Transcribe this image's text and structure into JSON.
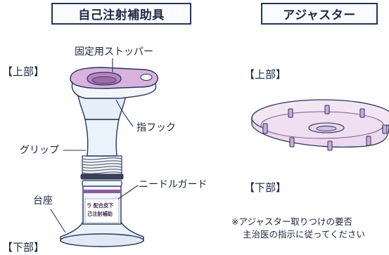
{
  "left_panel": {
    "title": "自己注射補助具",
    "top_section": "【上部】",
    "bottom_section": "【下部】",
    "parts": {
      "stopper": "固定用ストッパー",
      "finger_hook": "指フック",
      "grip": "グリップ",
      "needle_guard": "ニードルガード",
      "base": "台座"
    },
    "device_label_line1": "ラ 配合皮下",
    "device_label_line2": "己注射補助"
  },
  "right_panel": {
    "title": "アジャスター",
    "top_section": "【上部】",
    "bottom_section": "【下部】",
    "note_line1": "※アジャスター取りつけの要否",
    "note_line2": "主治医の指示に従ってください"
  },
  "colors": {
    "outline": "#26345c",
    "pink": "#d9b3dd",
    "pink_dark": "#b784be",
    "device_blue": "#e7f1fa",
    "band": "#3a3f55",
    "spring": "#5f6677"
  }
}
